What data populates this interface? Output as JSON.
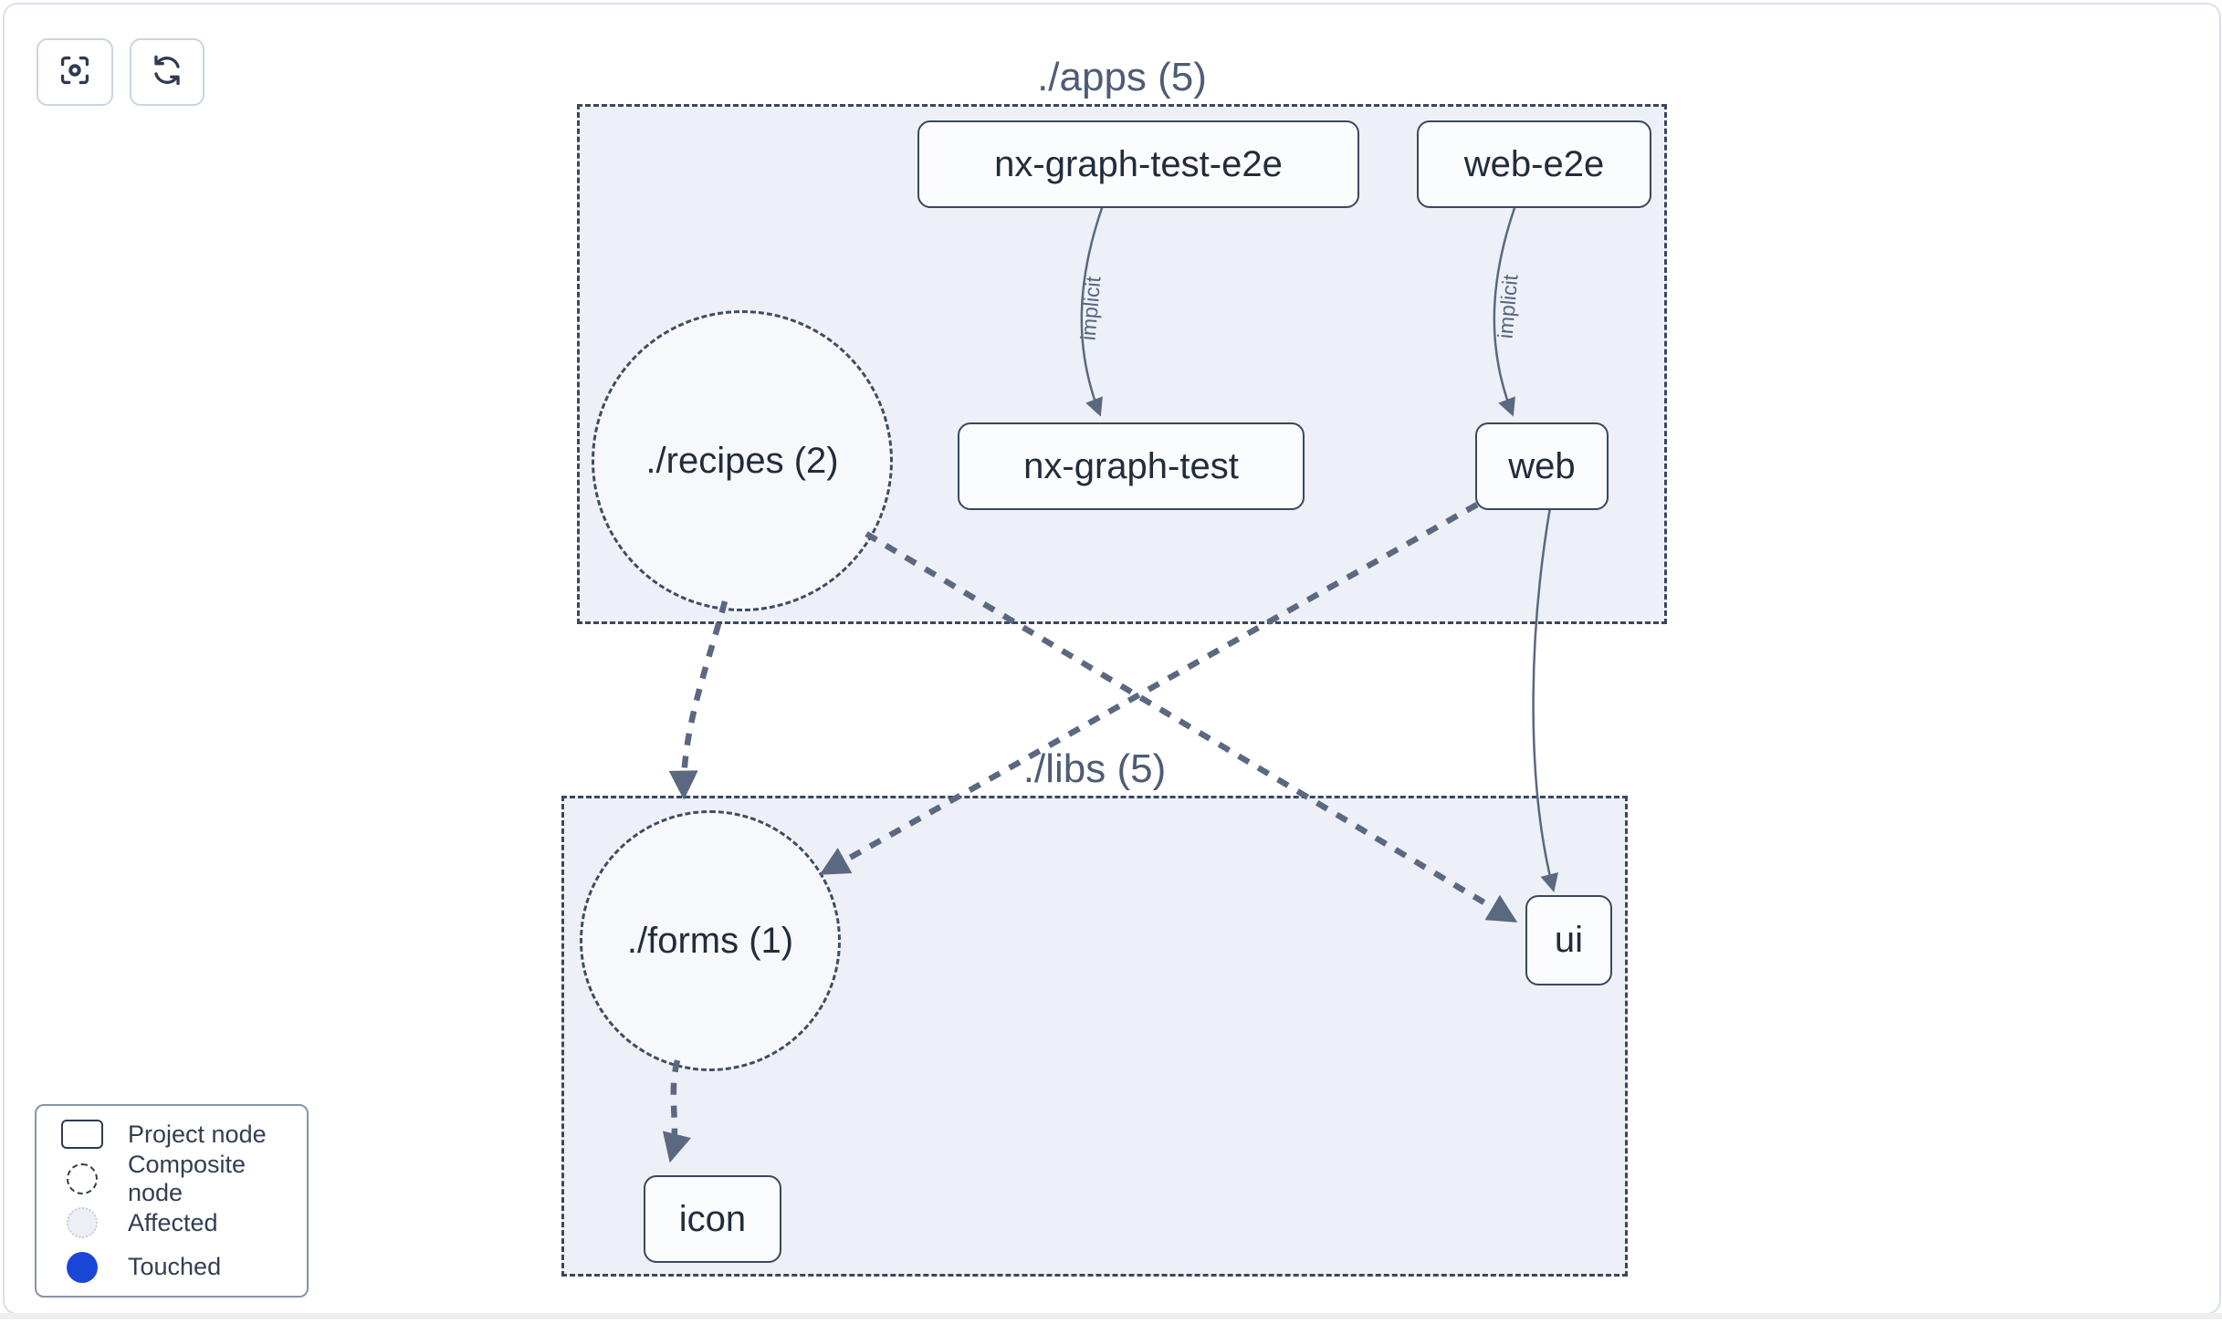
{
  "toolbar": {
    "buttons": [
      {
        "icon": "focus-scan-icon"
      },
      {
        "icon": "refresh-icon"
      }
    ]
  },
  "graph": {
    "groups": [
      {
        "label": "./apps (5)"
      },
      {
        "label": "./libs (5)"
      }
    ],
    "composite_nodes": [
      {
        "label": "./recipes (2)"
      },
      {
        "label": "./forms (1)"
      }
    ],
    "project_nodes": [
      {
        "label": "nx-graph-test-e2e"
      },
      {
        "label": "web-e2e"
      },
      {
        "label": "nx-graph-test"
      },
      {
        "label": "web"
      },
      {
        "label": "ui"
      },
      {
        "label": "icon"
      }
    ],
    "edge_labels": [
      {
        "label": "implicit"
      },
      {
        "label": "implicit"
      }
    ],
    "edges": [
      {
        "from": "nx-graph-test-e2e",
        "to": "nx-graph-test",
        "style": "solid",
        "label": "implicit"
      },
      {
        "from": "web-e2e",
        "to": "web",
        "style": "solid",
        "label": "implicit"
      },
      {
        "from": "./recipes (2)",
        "to": "./forms (1)",
        "style": "dashed",
        "label": ""
      },
      {
        "from": "./recipes (2)",
        "to": "ui",
        "style": "dashed",
        "label": ""
      },
      {
        "from": "web",
        "to": "./forms (1)",
        "style": "dashed",
        "label": ""
      },
      {
        "from": "web",
        "to": "ui",
        "style": "solid",
        "label": ""
      },
      {
        "from": "./forms (1)",
        "to": "icon",
        "style": "dashed",
        "label": ""
      }
    ]
  },
  "legend": {
    "items": [
      {
        "label": "Project node",
        "swatch": "project-rect"
      },
      {
        "label": "Composite node",
        "swatch": "dashed-circle"
      },
      {
        "label": "Affected",
        "swatch": "affected-circle"
      },
      {
        "label": "Touched",
        "swatch": "touched-circle",
        "color": "#1a46d8"
      }
    ]
  },
  "colors": {
    "touched_blue": "#1a46d8",
    "group_fill": "#edf0f6",
    "node_fill": "#fbfcfe",
    "node_border": "#3a4760",
    "edge": "#5a6880",
    "label_gray": "#4e5c75",
    "card_border": "#d9dfee"
  }
}
